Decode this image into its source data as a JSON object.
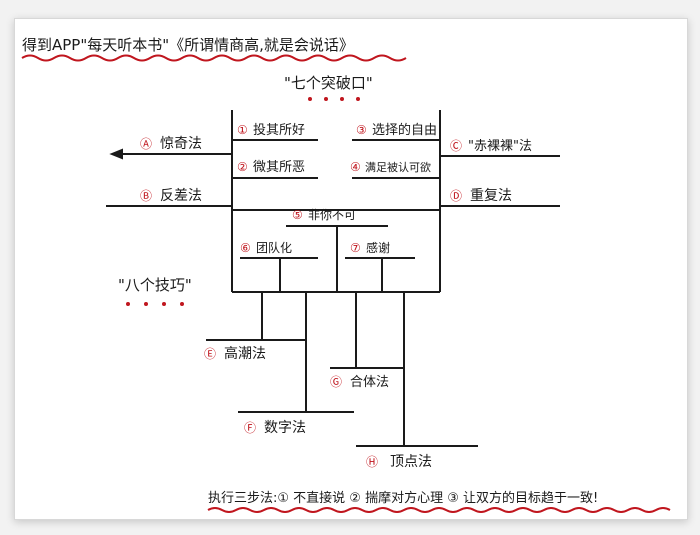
{
  "header": {
    "title": "得到APP\"每天听本书\"《所谓情商高,就是会说话》"
  },
  "sections": {
    "seven_breakthroughs": "\"七个突破口\"",
    "eight_techniques": "\"八个技巧\""
  },
  "breakthroughs": [
    {
      "num": "①",
      "label": "投其所好"
    },
    {
      "num": "②",
      "label": "微其所恶"
    },
    {
      "num": "③",
      "label": "选择的自由"
    },
    {
      "num": "④",
      "label": "满足被认可欲"
    },
    {
      "num": "⑤",
      "label": "非你不可"
    },
    {
      "num": "⑥",
      "label": "团队化"
    },
    {
      "num": "⑦",
      "label": "感谢"
    }
  ],
  "techniques": [
    {
      "num": "Ⓐ",
      "label": "惊奇法"
    },
    {
      "num": "Ⓑ",
      "label": "反差法"
    },
    {
      "num": "Ⓒ",
      "label": "\"赤裸裸\"法"
    },
    {
      "num": "Ⓓ",
      "label": "重复法"
    },
    {
      "num": "Ⓔ",
      "label": "高潮法"
    },
    {
      "num": "Ⓕ",
      "label": "数字法"
    },
    {
      "num": "Ⓖ",
      "label": "合体法"
    },
    {
      "num": "Ⓗ",
      "label": "顶点法"
    }
  ],
  "footer": {
    "text": "执行三步法:① 不直接说 ② 揣摩对方心理 ③ 让双方的目标趋于一致!"
  },
  "colors": {
    "ink": "#1a1a1a",
    "accent_red": "#c0161e"
  }
}
